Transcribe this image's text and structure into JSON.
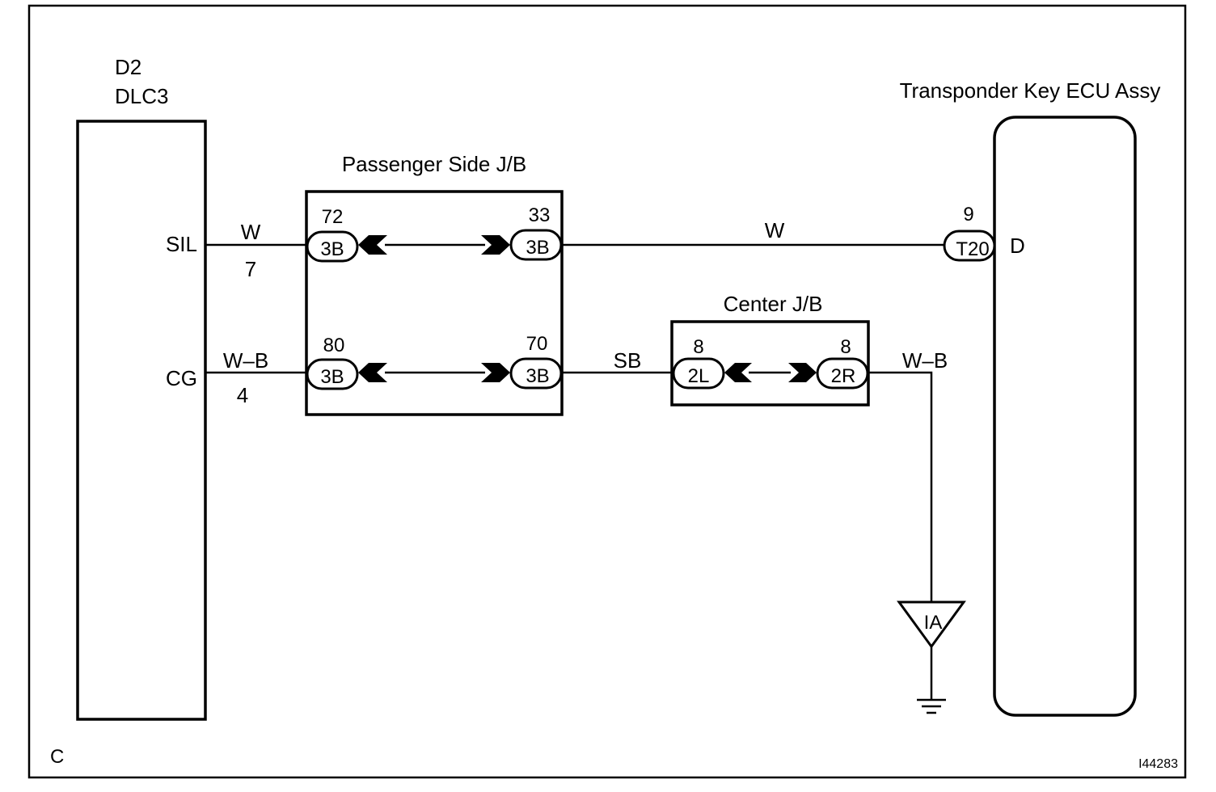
{
  "corner_labels": {
    "left": "C",
    "drawing_id": "I44283"
  },
  "dlc3": {
    "id": "D2",
    "name": "DLC3",
    "pins": {
      "sil": "SIL",
      "cg": "CG"
    }
  },
  "passenger_jb": {
    "name": "Passenger Side J/B"
  },
  "center_jb": {
    "name": "Center J/B"
  },
  "ecu": {
    "name": "Transponder Key ECU Assy",
    "pin_d": "D"
  },
  "wires": {
    "sil_color": "W",
    "sil_pin": "7",
    "cg_color": "W–B",
    "cg_pin": "4",
    "to_ecu_color": "W",
    "sb_color": "SB",
    "ground_color": "W–B"
  },
  "connectors": {
    "p_tl": {
      "num": "72",
      "code": "3B"
    },
    "p_tr": {
      "num": "33",
      "code": "3B"
    },
    "p_bl": {
      "num": "80",
      "code": "3B"
    },
    "p_br": {
      "num": "70",
      "code": "3B"
    },
    "c_l": {
      "num": "8",
      "code": "2L"
    },
    "c_r": {
      "num": "8",
      "code": "2R"
    },
    "ecu": {
      "num": "9",
      "code": "T20"
    }
  },
  "ground": {
    "label": "IA"
  }
}
